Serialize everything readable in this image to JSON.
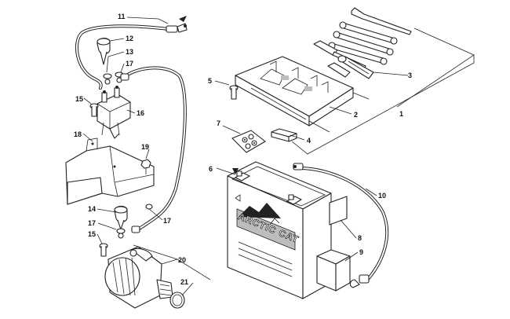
{
  "callouts": {
    "c1": "1",
    "c2": "2",
    "c3": "3",
    "c4": "4",
    "c5": "5",
    "c6": "6",
    "c7": "7",
    "c8": "8",
    "c9": "9",
    "c10": "10",
    "c11": "11",
    "c12": "12",
    "c13": "13",
    "c14": "14",
    "c15a": "15",
    "c15b": "15",
    "c16": "16",
    "c17a": "17",
    "c17b": "17",
    "c17c": "17",
    "c18": "18",
    "c19": "19",
    "c20": "20",
    "c21": "21"
  },
  "battery": {
    "brand": "ARCTIC CAT"
  },
  "colors": {
    "line": "#222222",
    "shade": "#bdbdbd",
    "background": "#ffffff"
  }
}
